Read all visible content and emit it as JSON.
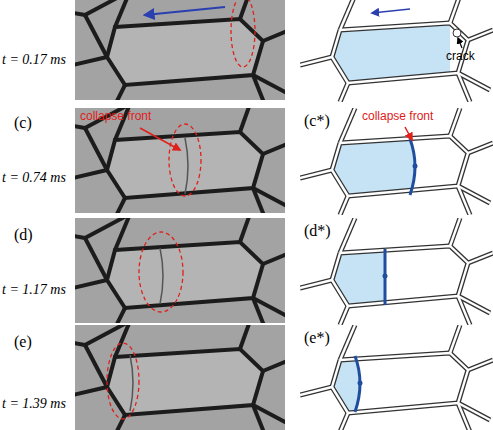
{
  "diagram": {
    "labels": [
      "t = 0.17 ms",
      "crack",
      "(c)",
      "collapse front",
      "(c*)",
      "collapse front",
      "t = 0.74 ms",
      "(d)",
      "(d*)",
      "t = 1.17 ms",
      "(e)",
      "(e*)",
      "t = 1.39 ms"
    ]
  }
}
